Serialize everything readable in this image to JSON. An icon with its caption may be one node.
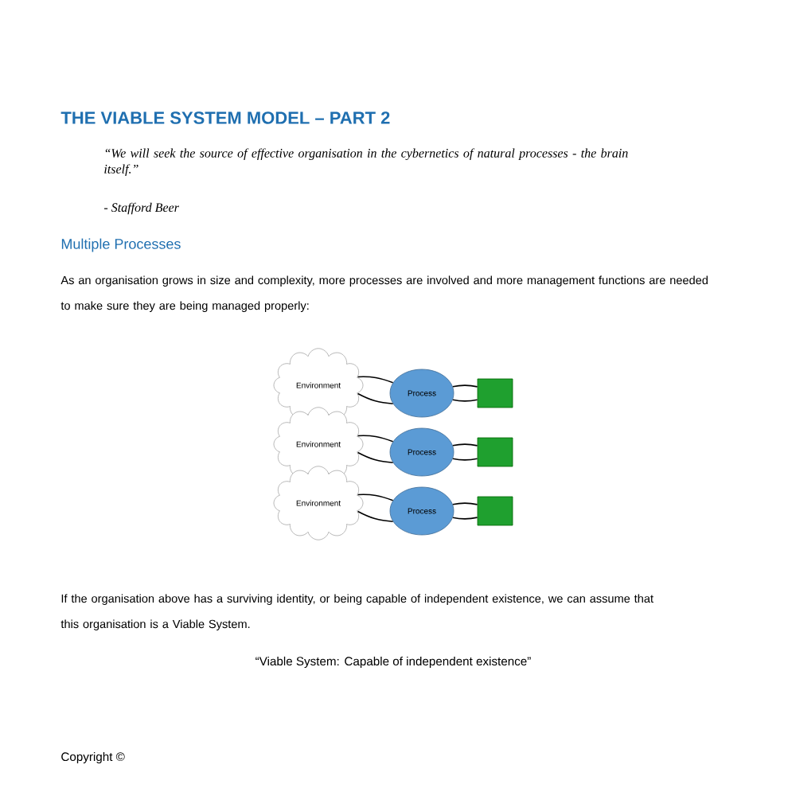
{
  "diagram": {
    "title": "THE VIABLE SYSTEM MODEL – PART 2",
    "nodes": [
      {
        "text": [
          "Environment"
        ]
      },
      {
        "text": [
          "Process"
        ]
      },
      {
        "text": [],
        "shape": "box"
      },
      {
        "text": [
          "Environment"
        ]
      },
      {
        "text": [
          "Process"
        ]
      },
      {
        "text": [],
        "shape": "box"
      },
      {
        "text": [
          "Environment"
        ]
      },
      {
        "text": [
          "Process"
        ]
      },
      {
        "text": [],
        "shape": "box"
      }
    ],
    "edges": [
      {
        "from": 0,
        "to": 1,
        "arrow": "none"
      },
      {
        "from": 0,
        "to": 1,
        "arrow": "none"
      },
      {
        "from": 1,
        "to": 2,
        "arrow": "none"
      },
      {
        "from": 1,
        "to": 2,
        "arrow": "none"
      },
      {
        "from": 3,
        "to": 4,
        "arrow": "none"
      },
      {
        "from": 3,
        "to": 4,
        "arrow": "none"
      },
      {
        "from": 4,
        "to": 5,
        "arrow": "none"
      },
      {
        "from": 4,
        "to": 5,
        "arrow": "none"
      },
      {
        "from": 6,
        "to": 7,
        "arrow": "none"
      },
      {
        "from": 6,
        "to": 7,
        "arrow": "none"
      },
      {
        "from": 7,
        "to": 8,
        "arrow": "none"
      },
      {
        "from": 7,
        "to": 8,
        "arrow": "none"
      }
    ],
    "labels": [
      "“We will seek the source of effective organisation in the cybernetics of natural processes - the brain itself.”",
      "- Stafford Beer",
      "Multiple Processes",
      "As an organisation grows in size and complexity, more processes are involved and more management functions are needed to make sure they are being managed properly:",
      "If the organisation above has a surviving identity, or being capable of independent existence, we can assume that this organisation is a Viable System.",
      "“Viable System: Capable of independent existence”",
      "Copyright ©"
    ]
  }
}
